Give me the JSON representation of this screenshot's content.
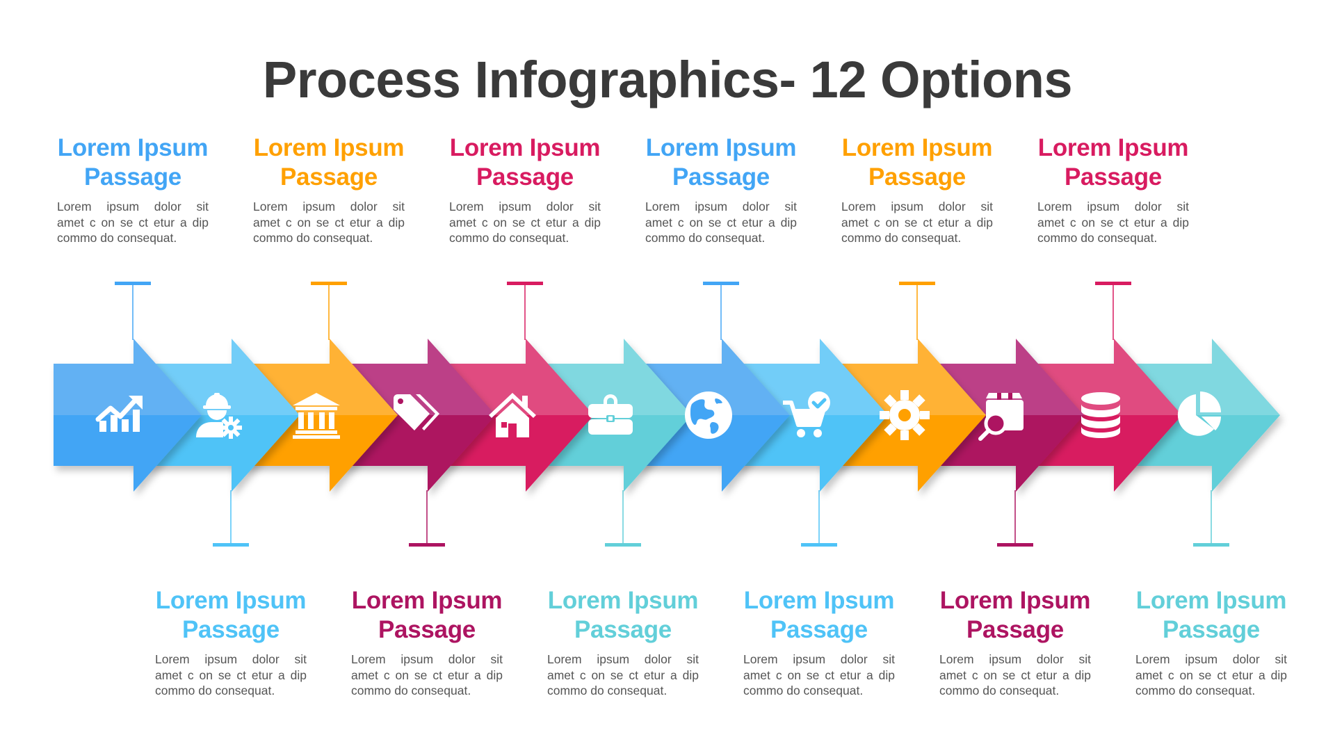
{
  "title": "Process Infographics- 12 Options",
  "colors": {
    "blue": {
      "top": "#62B1F3",
      "bottom": "#42A5F5",
      "text": "#42A5F5"
    },
    "light_blue": {
      "top": "#72CDF8",
      "bottom": "#4FC3F7",
      "text": "#4FC3F7"
    },
    "orange": {
      "top": "#FFB236",
      "bottom": "#FFA000",
      "text": "#FFA000"
    },
    "purple": {
      "top": "#BC4187",
      "bottom": "#AD1461",
      "text": "#AD1461"
    },
    "pink": {
      "top": "#E04B80",
      "bottom": "#D81B60",
      "text": "#D81B60"
    },
    "teal": {
      "top": "#80D8E0",
      "bottom": "#62CFD9",
      "text": "#62CFD9"
    }
  },
  "steps": [
    {
      "icon": "growth-chart-icon",
      "color": "blue",
      "position": "top",
      "title_line1": "Lorem Ipsum",
      "title_line2": "Passage",
      "body": [
        "Lorem ipsum dolor sit",
        "amet c on se ct etur  a dip",
        "commo do consequat."
      ]
    },
    {
      "icon": "engineer-gear-icon",
      "color": "light_blue",
      "position": "bottom",
      "title_line1": "Lorem Ipsum",
      "title_line2": "Passage",
      "body": [
        "Lorem ipsum dolor sit",
        "amet c on se ct etur  a dip",
        "commo do consequat."
      ]
    },
    {
      "icon": "bank-building-icon",
      "color": "orange",
      "position": "top",
      "title_line1": "Lorem Ipsum",
      "title_line2": "Passage",
      "body": [
        "Lorem ipsum dolor sit",
        "amet c on se ct etur  a dip",
        "commo do consequat."
      ]
    },
    {
      "icon": "price-tags-icon",
      "color": "purple",
      "position": "bottom",
      "title_line1": "Lorem Ipsum",
      "title_line2": "Passage",
      "body": [
        "Lorem ipsum dolor sit",
        "amet c on se ct etur  a dip",
        "commo do consequat."
      ]
    },
    {
      "icon": "house-icon",
      "color": "pink",
      "position": "top",
      "title_line1": "Lorem Ipsum",
      "title_line2": "Passage",
      "body": [
        "Lorem ipsum dolor sit",
        "amet c on se ct etur  a dip",
        "commo do consequat."
      ]
    },
    {
      "icon": "toolbox-icon",
      "color": "teal",
      "position": "bottom",
      "title_line1": "Lorem Ipsum",
      "title_line2": "Passage",
      "body": [
        "Lorem ipsum dolor sit",
        "amet c on se ct etur  a dip",
        "commo do consequat."
      ]
    },
    {
      "icon": "globe-icon",
      "color": "blue",
      "position": "top",
      "title_line1": "Lorem Ipsum",
      "title_line2": "Passage",
      "body": [
        "Lorem ipsum dolor sit",
        "amet c on se ct etur  a dip",
        "commo do consequat."
      ]
    },
    {
      "icon": "cart-check-icon",
      "color": "light_blue",
      "position": "bottom",
      "title_line1": "Lorem Ipsum",
      "title_line2": "Passage",
      "body": [
        "Lorem ipsum dolor sit",
        "amet c on se ct etur  a dip",
        "commo do consequat."
      ]
    },
    {
      "icon": "gear-icon",
      "color": "orange",
      "position": "top",
      "title_line1": "Lorem Ipsum",
      "title_line2": "Passage",
      "body": [
        "Lorem ipsum dolor sit",
        "amet c on se ct etur  a dip",
        "commo do consequat."
      ]
    },
    {
      "icon": "box-search-icon",
      "color": "purple",
      "position": "bottom",
      "title_line1": "Lorem Ipsum",
      "title_line2": "Passage",
      "body": [
        "Lorem ipsum dolor sit",
        "amet c on se ct etur  a dip",
        "commo do consequat."
      ]
    },
    {
      "icon": "database-icon",
      "color": "pink",
      "position": "top",
      "title_line1": "Lorem Ipsum",
      "title_line2": "Passage",
      "body": [
        "Lorem ipsum dolor sit",
        "amet c on se ct etur  a dip",
        "commo do consequat."
      ]
    },
    {
      "icon": "pie-chart-icon",
      "color": "teal",
      "position": "bottom",
      "title_line1": "Lorem Ipsum",
      "title_line2": "Passage",
      "body": [
        "Lorem ipsum dolor sit",
        "amet c on se ct etur  a dip",
        "commo do consequat."
      ]
    }
  ]
}
